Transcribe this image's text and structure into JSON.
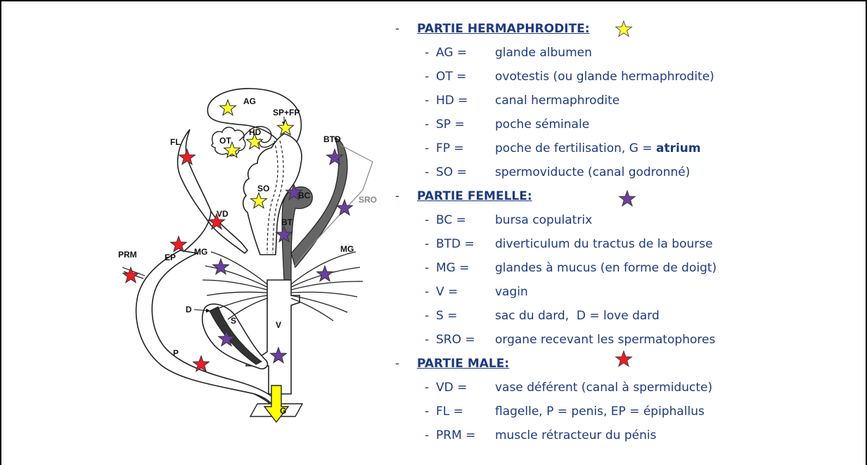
{
  "diagram": {
    "labels": {
      "AG": "AG",
      "SP_FP": "SP+FP",
      "OT": "OT",
      "HD": "HD",
      "FL": "FL",
      "BTD": "BTD",
      "SO": "SO",
      "BC": "BC",
      "SRO": "SRO",
      "VD": "VD",
      "BT": "BT",
      "PRM": "PRM",
      "EP": "EP",
      "MG_left": "MG",
      "MG_right": "MG",
      "D": "D",
      "S": "S",
      "V": "V",
      "P": "P",
      "G": "G"
    },
    "colors": {
      "hermaphrodite_star": "#ffff33",
      "female_star": "#6b3fa0",
      "male_star": "#ee1c24",
      "duct_gray": "#666666",
      "arrow_yellow": "#ffff00"
    }
  },
  "legend": {
    "sections": [
      {
        "title": "PARTIE HERMAPHRODITE:",
        "star": "yellow-star",
        "items": [
          {
            "abbr": "AG =",
            "desc": "glande albumen"
          },
          {
            "abbr": "OT =",
            "desc": "ovotestis (ou glande hermaphrodite)"
          },
          {
            "abbr": "HD =",
            "desc": "canal hermaphrodite"
          },
          {
            "abbr": "SP =",
            "desc": "poche séminale"
          },
          {
            "abbr": "FP =",
            "desc": "poche de fertilisation, G = ",
            "desc_bold": "atrium"
          },
          {
            "abbr": "SO =",
            "desc": "spermoviducte (canal godronné)"
          }
        ]
      },
      {
        "title": "PARTIE FEMELLE:",
        "star": "purple-star",
        "items": [
          {
            "abbr": "BC =",
            "desc": "bursa copulatrix"
          },
          {
            "abbr": "BTD =",
            "desc": "diverticulum du tractus de la bourse"
          },
          {
            "abbr": "MG =",
            "desc": "glandes à mucus (en forme de doigt)"
          },
          {
            "abbr": "V =",
            "desc": "vagin"
          },
          {
            "abbr": "S =",
            "desc": "sac du dard,  D = love dard"
          },
          {
            "abbr": "SRO =",
            "desc": "organe recevant les spermatophores"
          }
        ]
      },
      {
        "title": "PARTIE MALE:",
        "star": "red-star",
        "items": [
          {
            "abbr": "VD =",
            "desc": "vase déférent (canal à spermiducte)"
          },
          {
            "abbr": "FL =",
            "desc": "flagelle, P = penis, EP = épiphallus"
          },
          {
            "abbr": "PRM =",
            "desc": "muscle rétracteur du pénis"
          }
        ]
      }
    ],
    "dash": "-"
  }
}
